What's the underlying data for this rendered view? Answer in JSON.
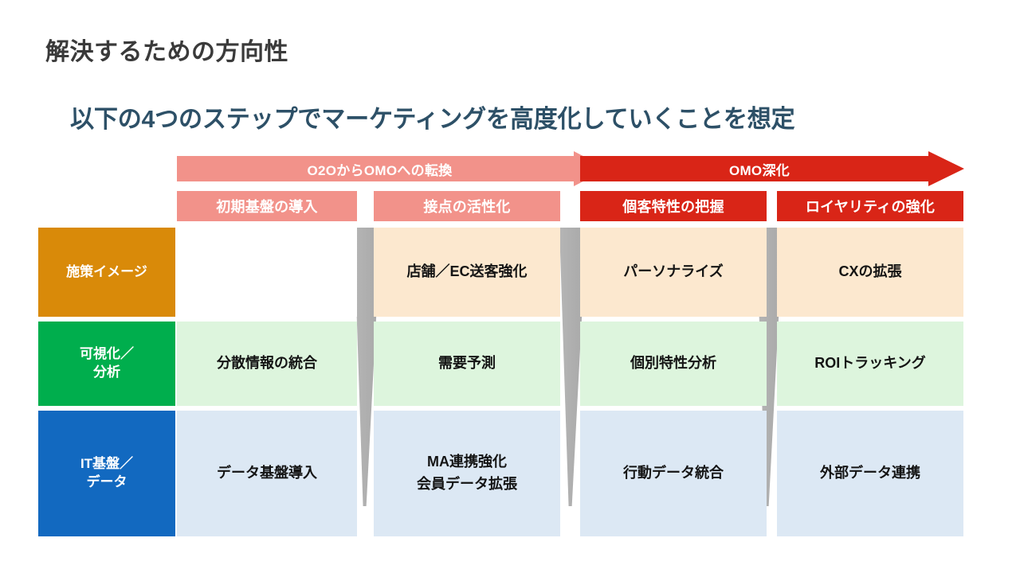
{
  "slide": {
    "title": "解決するための方向性",
    "subtitle": "以下の4つのステップでマーケティングを高度化していくことを想定"
  },
  "colors": {
    "phase_light": "#f2928a",
    "phase_dark": "#d92517",
    "row_measure": "#d98a09",
    "row_analytics": "#00ae4d",
    "row_it": "#1269c0",
    "cell_measure": "#fce8cf",
    "cell_analytics": "#ddf5dd",
    "cell_it": "#dce8f4",
    "connector": "#b5b5b5",
    "title_text": "#3a3a3a",
    "subtitle_text": "#2d5067"
  },
  "phases": [
    {
      "label": "O2OからOMOへの転換",
      "tone": "light"
    },
    {
      "label": "OMO深化",
      "tone": "dark"
    }
  ],
  "columns": [
    {
      "label": "初期基盤の導入",
      "tone": "light"
    },
    {
      "label": "接点の活性化",
      "tone": "light"
    },
    {
      "label": "個客特性の把握",
      "tone": "dark"
    },
    {
      "label": "ロイヤリティの強化",
      "tone": "dark"
    }
  ],
  "rows": [
    {
      "label": "施策イメージ",
      "header_color": "#d98a09",
      "cell_color": "#fce8cf",
      "cells": [
        "",
        "店舗／EC送客強化",
        "パーソナライズ",
        "CXの拡張"
      ]
    },
    {
      "label": "可視化／\n分析",
      "header_color": "#00ae4d",
      "cell_color": "#ddf5dd",
      "cells": [
        "分散情報の統合",
        "需要予測",
        "個別特性分析",
        "ROIトラッキング"
      ]
    },
    {
      "label": "IT基盤／\nデータ",
      "header_color": "#1269c0",
      "cell_color": "#dce8f4",
      "cells": [
        "データ基盤導入",
        "MA連携強化\n会員データ拡張",
        "行動データ統合",
        "外部データ連携"
      ]
    }
  ],
  "connectors": [
    {
      "name": "stage-connector-1"
    },
    {
      "name": "stage-connector-2"
    },
    {
      "name": "stage-connector-3"
    }
  ],
  "layout": {
    "columns_x": [
      222,
      469,
      728,
      975
    ],
    "columns_w": [
      226,
      234,
      234,
      234
    ],
    "rows_y": [
      46,
      164,
      276
    ],
    "rows_h": [
      112,
      106,
      158
    ],
    "connectors_x": [
      444,
      702,
      949
    ]
  }
}
